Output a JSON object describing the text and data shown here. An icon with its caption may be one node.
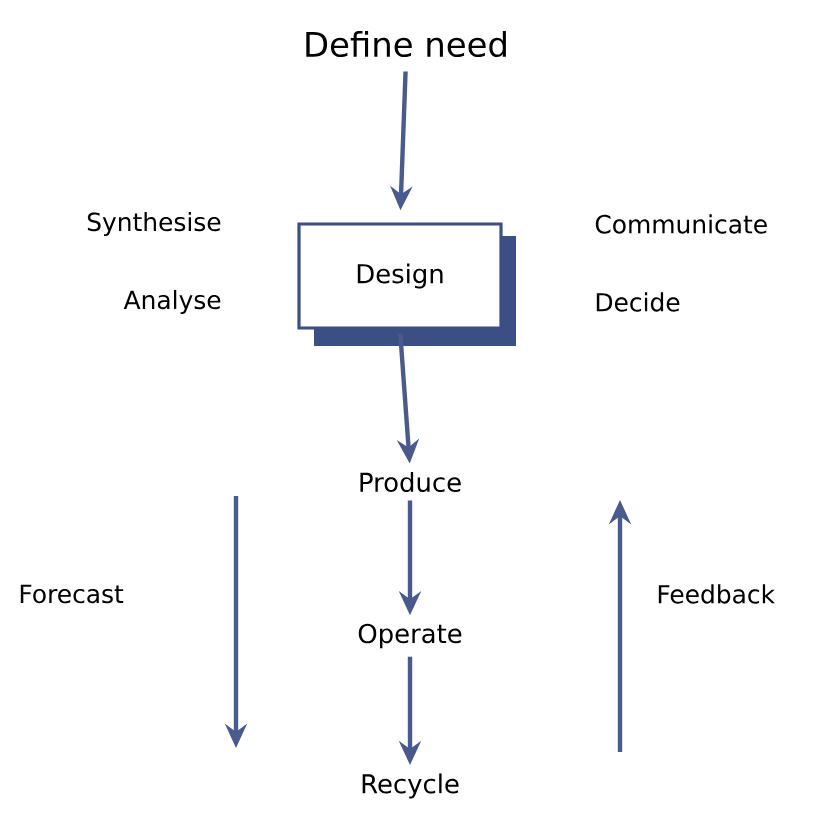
{
  "diagram": {
    "nodes": [
      {
        "text": [
          "Define need"
        ]
      },
      {
        "text": [
          "Design"
        ]
      },
      {
        "text": [
          "Produce"
        ]
      },
      {
        "text": [
          "Operate"
        ]
      },
      {
        "text": [
          "Recycle"
        ]
      }
    ],
    "edges": [
      {
        "from": 0,
        "to": 1,
        "arrow": "to"
      },
      {
        "from": 1,
        "to": 2,
        "arrow": "to"
      },
      {
        "from": 2,
        "to": 3,
        "arrow": "to"
      },
      {
        "from": 3,
        "to": 4,
        "arrow": "to"
      }
    ],
    "labels": [
      "Synthesise",
      "Communicate",
      "Analyse",
      "Decide",
      "Forecast",
      "Feedback"
    ]
  }
}
